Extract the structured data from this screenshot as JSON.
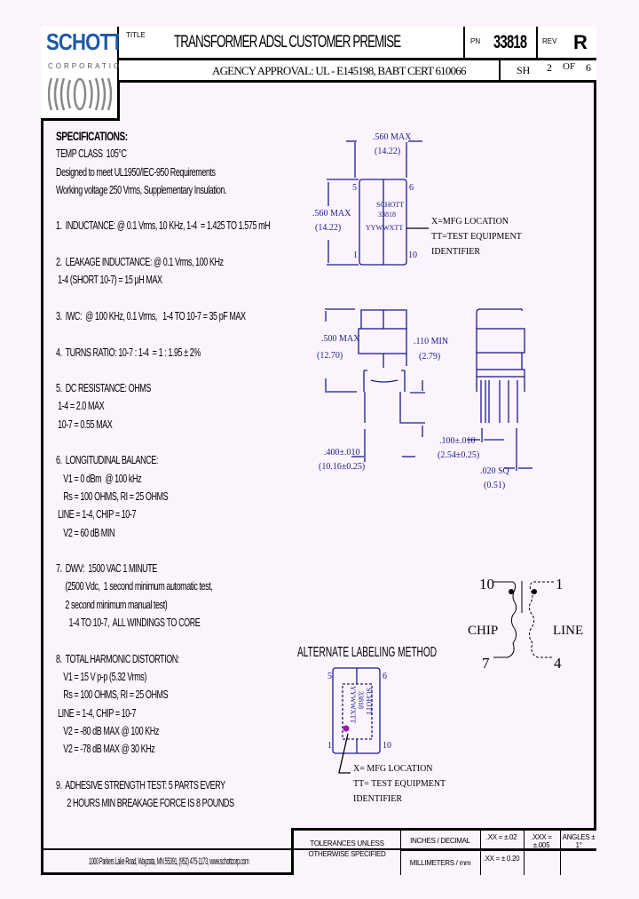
{
  "logo": {
    "brand": "SCHOTT",
    "sub": "CORPORATION"
  },
  "header": {
    "title_label": "TITLE",
    "title": "TRANSFORMER ADSL CUSTOMER PREMISE",
    "pn_label": "PN",
    "pn": "33818",
    "rev_label": "REV",
    "rev": "R",
    "agency": "AGENCY APPROVAL:  UL - E145198, BABT CERT 610066",
    "sheet_label": "SH",
    "sheet": "2",
    "of_label": "OF",
    "sheets": "6"
  },
  "specs": [
    "SPECIFICATIONS:",
    "TEMP CLASS  105°C",
    "Designed to meet UL1950/IEC-950 Requirements",
    "Working voltage 250 Vrms, Supplementary Insulation.",
    "",
    "1.  INDUCTANCE: @ 0.1 Vrms, 10 KHz, 1-4  = 1.425 TO 1.575 mH",
    "",
    "2.  LEAKAGE INDUCTANCE: @ 0.1 Vrms, 100 KHz",
    " 1-4 (SHORT 10-7) = 15 µH MAX",
    "",
    "3.  IWC:  @ 100 KHz, 0.1 Vrms,   1-4 TO 10-7 = 35 pF MAX",
    "",
    "4.  TURNS RATIO: 10-7 : 1-4  = 1 : 1.95 ± 2%",
    "",
    "5.  DC RESISTANCE: OHMS",
    " 1-4 = 2.0 MAX",
    " 10-7 = 0.55 MAX",
    "",
    "6.  LONGITUDINAL BALANCE:",
    "    V1 = 0 dBm  @ 100 kHz",
    "    Rs = 100 OHMS, RI = 25 OHMS",
    " LINE = 1-4, CHIP = 10-7",
    "    V2 = 60 dB MIN",
    "",
    "7.  DWV:  1500 VAC 1 MINUTE",
    "     (2500 Vdc,  1 second minimum automatic test,",
    "     2 second minimum manual test)",
    "       1-4 TO 10-7,  ALL WINDINGS TO CORE",
    "",
    "8.  TOTAL HARMONIC DISTORTION:",
    "    V1 = 15 V p-p (5.32 Vrms)",
    "    Rs = 100 OHMS, RI = 25 OHMS",
    " LINE = 1-4, CHIP = 10-7",
    "    V2 = -80 dB MAX @ 100 KHz",
    "    V2 = -78 dB MAX @ 30 KHz",
    "",
    "9.  ADHESIVE STRENGTH TEST: 5 PARTS EVERY",
    "      2 HOURS MIN BREAKAGE FORCE IS 8 POUNDS"
  ],
  "drawing": {
    "width_dim": ".560 MAX",
    "width_dim_mm": "(14.22)",
    "height_dim": ".560 MAX",
    "height_dim_mm": "(14.22)",
    "pin5": "5",
    "pin6": "6",
    "pin1": "1",
    "pin10": "10",
    "marking": [
      "SCHOTT",
      "33818",
      "YYWWXTT"
    ],
    "note": [
      "X=MFG LOCATION",
      "TT=TEST EQUIPMENT",
      "IDENTIFIER"
    ],
    "side_height": ".500 MAX",
    "side_height_mm": "(12.70)",
    "standoff": ".110 MIN",
    "standoff_mm": "(2.79)",
    "row_spacing": ".400±.010",
    "row_spacing_mm": "(10.16±0.25)",
    "pitch": ".100±.010",
    "pitch_mm": "(2.54±0.25)",
    "pin_dia": ".020 SQ",
    "pin_dia_mm": "(0.51)"
  },
  "schematic": {
    "p10": "10",
    "p1": "1",
    "p7": "7",
    "p4": "4",
    "chip": "CHIP",
    "line": "LINE"
  },
  "alternate": {
    "title": "ALTERNATE LABELING METHOD",
    "marking": [
      "SCHOTT",
      "33818",
      "YYWWXTT"
    ],
    "pin5": "5",
    "pin6": "6",
    "pin1": "1",
    "pin10": "10",
    "note": [
      "X= MFG LOCATION",
      "TT= TEST EQUIPMENT",
      "IDENTIFIER"
    ]
  },
  "footer": {
    "address": "1000 Parkers Lake Road, Wayzata, MN 55391, (952) 475-1173, www.schottcorp.com",
    "tolerance_label": [
      "TOLERANCES UNLESS",
      "OTHERWISE SPECIFIED"
    ],
    "inches_label": "INCHES / DECIMAL",
    "mm_label": "MILLIMETERS / mm",
    "xx": ".XX = ±.02",
    "xxx": ".XXX = ±.005",
    "angles": "ANGLES ± 1°",
    "xx_mm": ".XX = ± 0.20"
  },
  "colors": {
    "drawing": "#1a1a8c",
    "brand": "#1c5aa6",
    "marker": "#9a1ab0"
  }
}
